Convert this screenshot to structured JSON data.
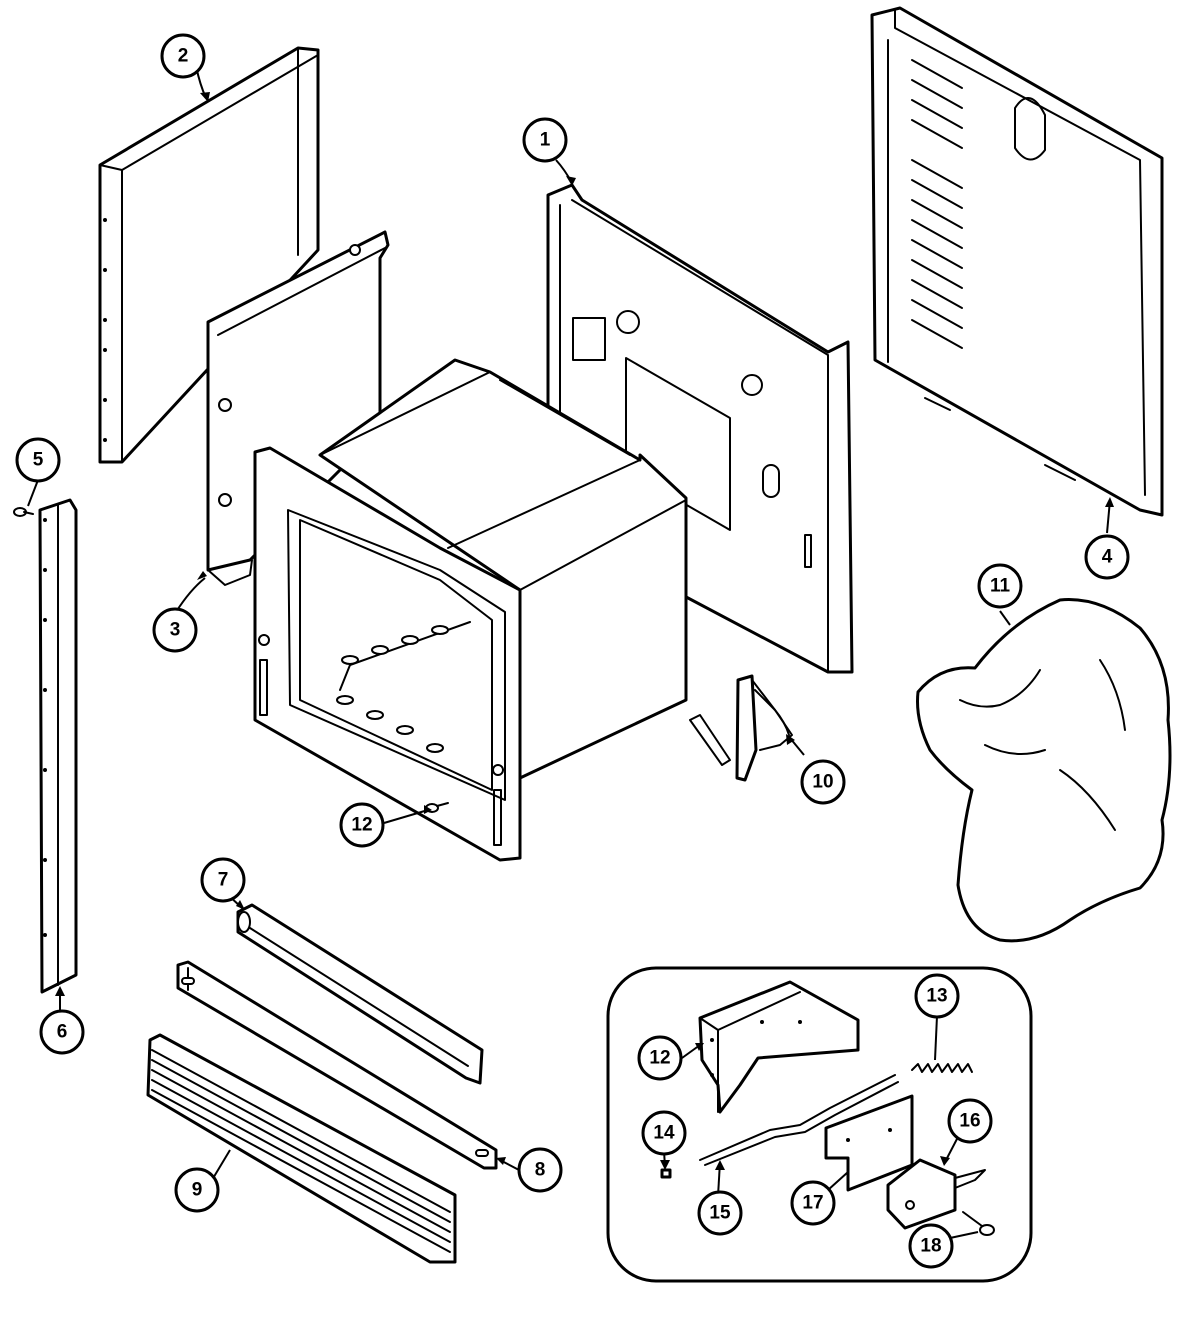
{
  "callouts": [
    {
      "id": "c1",
      "label": "1"
    },
    {
      "id": "c2",
      "label": "2"
    },
    {
      "id": "c3",
      "label": "3"
    },
    {
      "id": "c4",
      "label": "4"
    },
    {
      "id": "c5",
      "label": "5"
    },
    {
      "id": "c6",
      "label": "6"
    },
    {
      "id": "c7",
      "label": "7"
    },
    {
      "id": "c8",
      "label": "8"
    },
    {
      "id": "c9",
      "label": "9"
    },
    {
      "id": "c10",
      "label": "10"
    },
    {
      "id": "c11",
      "label": "11"
    },
    {
      "id": "c12a",
      "label": "12"
    },
    {
      "id": "c12b",
      "label": "12"
    },
    {
      "id": "c13",
      "label": "13"
    },
    {
      "id": "c14",
      "label": "14"
    },
    {
      "id": "c15",
      "label": "15"
    },
    {
      "id": "c16",
      "label": "16"
    },
    {
      "id": "c17",
      "label": "17"
    },
    {
      "id": "c18",
      "label": "18"
    }
  ]
}
